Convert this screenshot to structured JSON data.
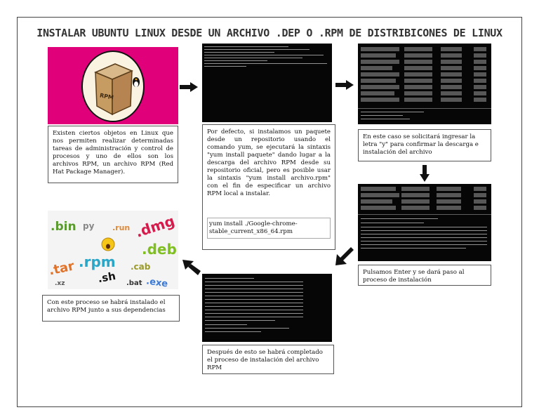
{
  "title": "INSTALAR UBUNTU LINUX DESDE UN ARCHIVO .DEP O .RPM DE DISTRIBICONES DE LINUX",
  "colors": {
    "accent": "#e0007a",
    "terminal": "#060606"
  },
  "steps": [
    {
      "text": "Existen ciertos objetos en Linux que nos permiten realizar determinadas tareas de administración y control de procesos y uno de ellos son los archivos RPM, un archivo RPM (Red Hat Package Manager)."
    },
    {
      "text": "Por defecto, si instalamos un paquete desde un repositorio usando el comando yum, se ejecutará la sintaxis \"yum install paquete\" dando lugar a la descarga del archivo RPM desde su repositorio oficial, pero es posible usar la sintaxis \"yum install archivo.rpm\" con el fin de especificar un archivo RPM local a instalar.",
      "command": "yum install ./Google-chrome-stable_current_x86_64.rpm"
    },
    {
      "text": "En este caso se solicitará ingresar la letra \"y\" para confirmar la descarga e instalación del archivo"
    },
    {
      "text": "Pulsamos Enter y se dará paso al proceso de instalación"
    },
    {
      "text": "Después de esto se habrá completado el proceso de instalación del archivo RPM"
    },
    {
      "text": "Con este proceso se habrá instalado el archivo RPM junto a sus dependencias"
    }
  ],
  "images": {
    "rpm_icon_label": "RPM",
    "extensions": [
      ".bin",
      "py",
      ".run",
      ".dmg",
      ".deb",
      ".tar",
      ".rpm",
      ".sh",
      ".cab",
      ".xz",
      ".bat",
      ".exe"
    ]
  }
}
